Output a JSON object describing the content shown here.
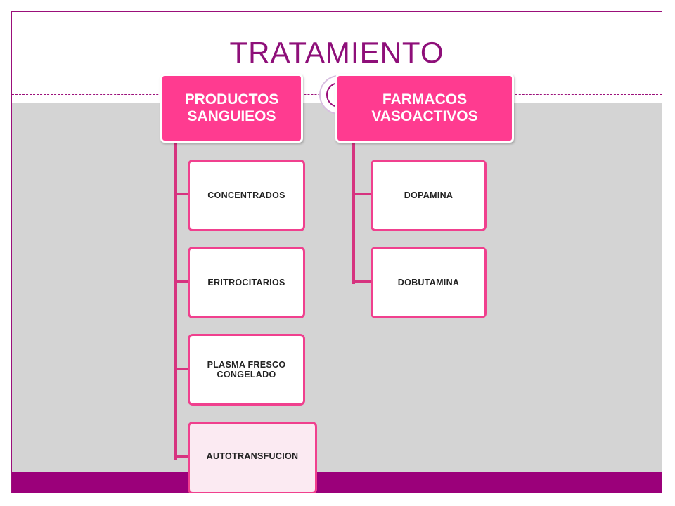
{
  "title": "TRATAMIENTO",
  "colors": {
    "accent": "#9b007a",
    "head_fill": "#ff3b90",
    "child_border": "#f0408e",
    "connector": "#d6337f",
    "background": "#d4d4d4"
  },
  "diagram": {
    "columns": [
      {
        "heading": "PRODUCTOS SANGUIEOS",
        "items": [
          "CONCENTRADOS",
          "ERITROCITARIOS",
          "PLASMA FRESCO CONGELADO",
          "AUTOTRANSFUCION"
        ]
      },
      {
        "heading": "FARMACOS VASOACTIVOS",
        "items": [
          "DOPAMINA",
          "DOBUTAMINA"
        ]
      }
    ]
  }
}
